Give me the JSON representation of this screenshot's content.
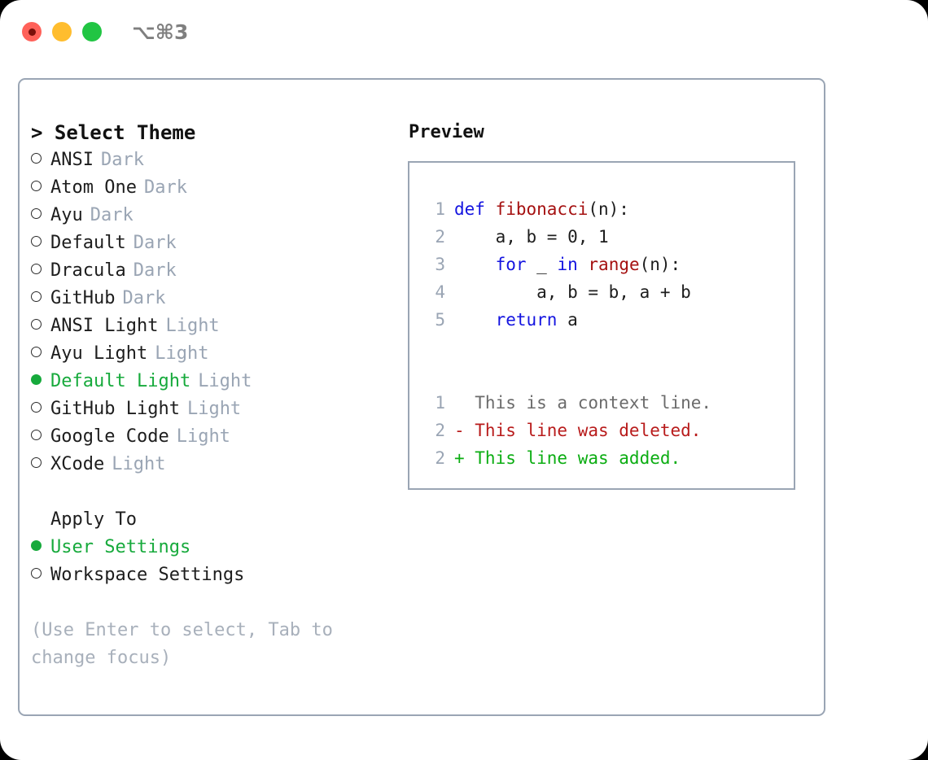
{
  "window": {
    "shortcut": "⌥⌘3",
    "traffic_lights": [
      {
        "name": "close",
        "color": "#ff6159"
      },
      {
        "name": "minimize",
        "color": "#ffbd2e"
      },
      {
        "name": "maximize",
        "color": "#21c543"
      }
    ]
  },
  "theme_picker": {
    "title": "> Select Theme",
    "items": [
      {
        "marker": "o",
        "name": "ANSI",
        "tag": "Dark",
        "selected": false
      },
      {
        "marker": "o",
        "name": "Atom One",
        "tag": "Dark",
        "selected": false
      },
      {
        "marker": "o",
        "name": "Ayu",
        "tag": "Dark",
        "selected": false
      },
      {
        "marker": "o",
        "name": "Default",
        "tag": "Dark",
        "selected": false
      },
      {
        "marker": "o",
        "name": "Dracula",
        "tag": "Dark",
        "selected": false
      },
      {
        "marker": "o",
        "name": "GitHub",
        "tag": "Dark",
        "selected": false
      },
      {
        "marker": "o",
        "name": "ANSI Light",
        "tag": "Light",
        "selected": false
      },
      {
        "marker": "o",
        "name": "Ayu Light",
        "tag": "Light",
        "selected": false
      },
      {
        "marker": "●",
        "name": "Default Light",
        "tag": "Light",
        "selected": true
      },
      {
        "marker": "o",
        "name": "GitHub Light",
        "tag": "Light",
        "selected": false
      },
      {
        "marker": "o",
        "name": "Google Code",
        "tag": "Light",
        "selected": false
      },
      {
        "marker": "o",
        "name": "XCode",
        "tag": "Light",
        "selected": false
      }
    ]
  },
  "apply_to": {
    "label": "Apply To",
    "items": [
      {
        "marker": "●",
        "name": "User Settings",
        "selected": true
      },
      {
        "marker": "o",
        "name": "Workspace Settings",
        "selected": false
      }
    ]
  },
  "hint": "(Use Enter to select, Tab to change focus)",
  "preview": {
    "title": "Preview",
    "code_lines": [
      {
        "lineno": "1",
        "tokens": [
          {
            "text": "def ",
            "type": "kw"
          },
          {
            "text": "fibonacci",
            "type": "fn"
          },
          {
            "text": "(n):",
            "type": "plain"
          }
        ]
      },
      {
        "lineno": "2",
        "tokens": [
          {
            "text": "    a, b = 0, 1",
            "type": "plain"
          }
        ]
      },
      {
        "lineno": "3",
        "tokens": [
          {
            "text": "    ",
            "type": "plain"
          },
          {
            "text": "for",
            "type": "kw"
          },
          {
            "text": " _ ",
            "type": "plain"
          },
          {
            "text": "in",
            "type": "kw"
          },
          {
            "text": " ",
            "type": "plain"
          },
          {
            "text": "range",
            "type": "fn"
          },
          {
            "text": "(n):",
            "type": "plain"
          }
        ]
      },
      {
        "lineno": "4",
        "tokens": [
          {
            "text": "        a, b = b, a + b",
            "type": "plain"
          }
        ]
      },
      {
        "lineno": "5",
        "tokens": [
          {
            "text": "    ",
            "type": "plain"
          },
          {
            "text": "return",
            "type": "kw"
          },
          {
            "text": " a",
            "type": "plain"
          }
        ]
      }
    ],
    "diff_lines": [
      {
        "lineno": "1",
        "text": "  This is a context line.",
        "kind": "context"
      },
      {
        "lineno": "2",
        "text": "- This line was deleted.",
        "kind": "deleted"
      },
      {
        "lineno": "2",
        "text": "+ This line was added.",
        "kind": "added"
      }
    ]
  },
  "colors": {
    "accent_green": "#17aa3c",
    "muted": "#9aa5b4",
    "keyword_blue": "#1414e0",
    "function_red": "#a51111",
    "diff_delete": "#b81b1b",
    "diff_add": "#0bad12",
    "border": "#9aa5b4"
  }
}
